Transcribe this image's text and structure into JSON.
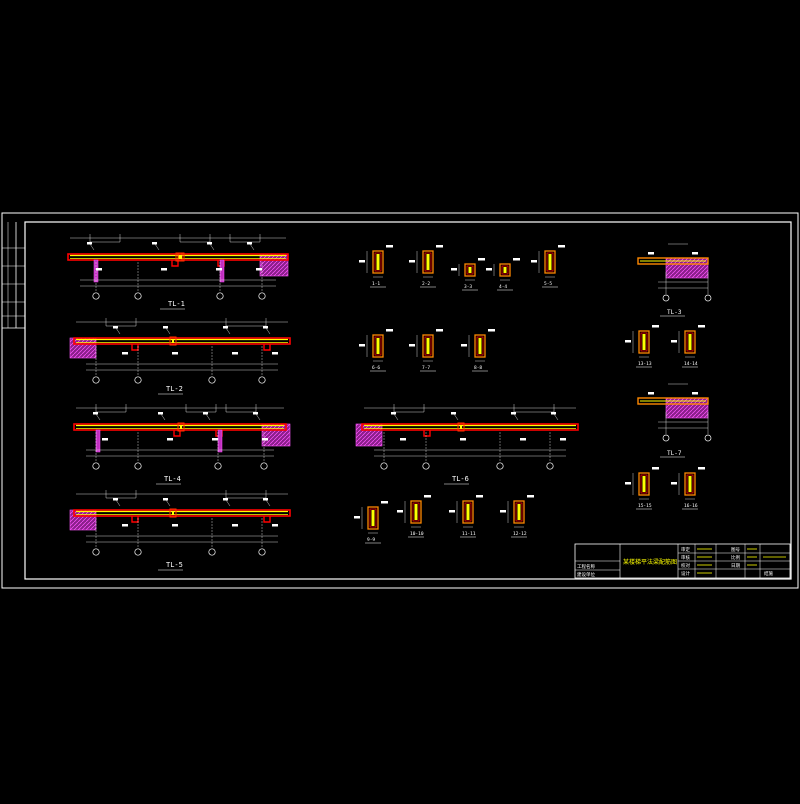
{
  "beams": [
    {
      "id": "bm1",
      "label": "TL-1"
    },
    {
      "id": "bm2",
      "label": "TL-2"
    },
    {
      "id": "bm4",
      "label": "TL-4"
    },
    {
      "id": "bm5",
      "label": "TL-5"
    },
    {
      "id": "bm6",
      "label": "TL-6"
    }
  ],
  "cantilevers": [
    {
      "id": "tl3",
      "label": "TL-3"
    },
    {
      "id": "tl7",
      "label": "TL-7"
    }
  ],
  "sections": [
    {
      "label": "1-1"
    },
    {
      "label": "2-2"
    },
    {
      "label": "3-3"
    },
    {
      "label": "4-4"
    },
    {
      "label": "5-5"
    },
    {
      "label": "6-6"
    },
    {
      "label": "7-7"
    },
    {
      "label": "8-8"
    },
    {
      "label": "9-9"
    },
    {
      "label": "10-10"
    },
    {
      "label": "11-11"
    },
    {
      "label": "12-12"
    },
    {
      "label": "13-13"
    },
    {
      "label": "14-14"
    },
    {
      "label": "15-15"
    },
    {
      "label": "16-16"
    }
  ],
  "title_block": {
    "title_text": "某楼梯平法梁配筋图",
    "left_caption_1": "工程名称",
    "left_caption_2": "建设单位",
    "cells": [
      "审定",
      "审核",
      "校对",
      "设计",
      "图号",
      "比例",
      "日期",
      "结施"
    ]
  },
  "colors": {
    "background": "#000000",
    "frame": "#ffffff",
    "beam": "#ff0000",
    "rebar": "#ffff00",
    "hatch": "#c030c0",
    "section_body": "#ff8800",
    "dimension": "#ffffff"
  }
}
